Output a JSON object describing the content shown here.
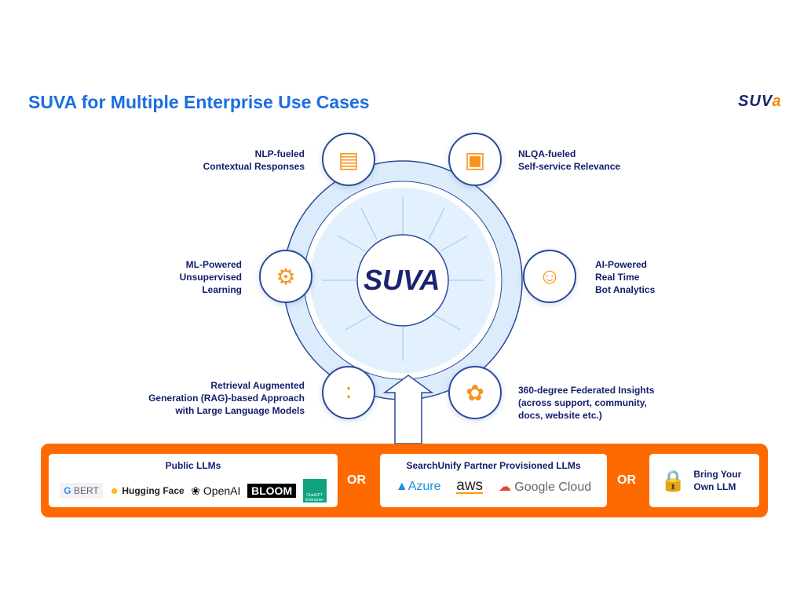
{
  "title": "SUVA for Multiple Enterprise Use Cases",
  "brand": {
    "main": "SUV",
    "accent": "a"
  },
  "center_logo": "SUVA",
  "use_cases": [
    {
      "lines": [
        "NLP-fueled",
        "Contextual Responses"
      ],
      "icon": "chatbot-icon"
    },
    {
      "lines": [
        "NLQA-fueled",
        "Self-service Relevance"
      ],
      "icon": "qa-screens-icon"
    },
    {
      "lines": [
        "ML-Powered",
        "Unsupervised",
        "Learning"
      ],
      "icon": "gear-learning-icon"
    },
    {
      "lines": [
        "AI-Powered",
        "Real Time",
        "Bot Analytics"
      ],
      "icon": "bot-analytics-icon"
    },
    {
      "lines": [
        "Retrieval Augmented",
        "Generation (RAG)-based Approach",
        "with Large Language Models"
      ],
      "icon": "node-grid-icon"
    },
    {
      "lines": [
        "360-degree Federated Insights",
        "(across support, community,",
        "docs, website etc.)"
      ],
      "icon": "brain-hands-icon"
    }
  ],
  "public_llms": {
    "heading": "Public LLMs",
    "logos": [
      "BERT",
      "Hugging Face",
      "OpenAI",
      "BLOOM",
      "ChatGPT Enterprise"
    ]
  },
  "or_label": "OR",
  "partner_llms": {
    "heading": "SearchUnify Partner Provisioned LLMs",
    "logos": [
      "Azure",
      "aws",
      "Google Cloud"
    ]
  },
  "byo": {
    "lines": [
      "Bring Your",
      "Own LLM"
    ]
  }
}
